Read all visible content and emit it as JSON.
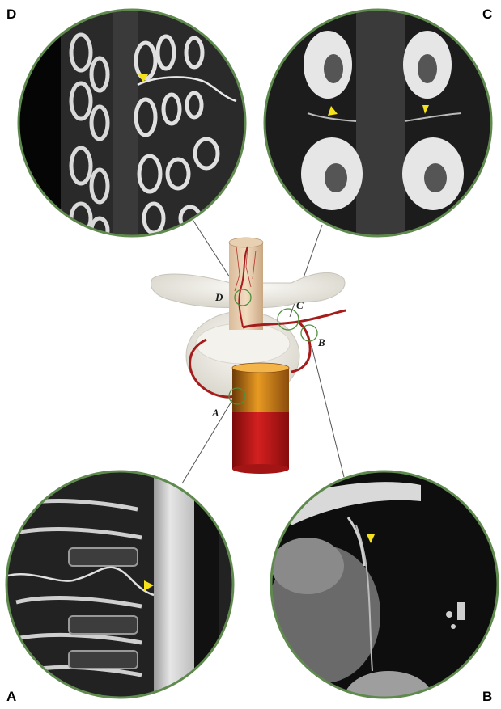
{
  "panels": {
    "A": {
      "label": "A"
    },
    "B": {
      "label": "B"
    },
    "C": {
      "label": "C"
    },
    "D": {
      "label": "D"
    }
  },
  "model": {
    "labels": {
      "A": "A",
      "B": "B",
      "C": "C",
      "D": "D"
    }
  },
  "colors": {
    "frame": "#5f8a4e",
    "vessel": "#a51c1c",
    "aorta": "#c81e1e",
    "bone": "#ece9e0",
    "arrowhead": "#f5e21b",
    "connector": "#555555"
  }
}
